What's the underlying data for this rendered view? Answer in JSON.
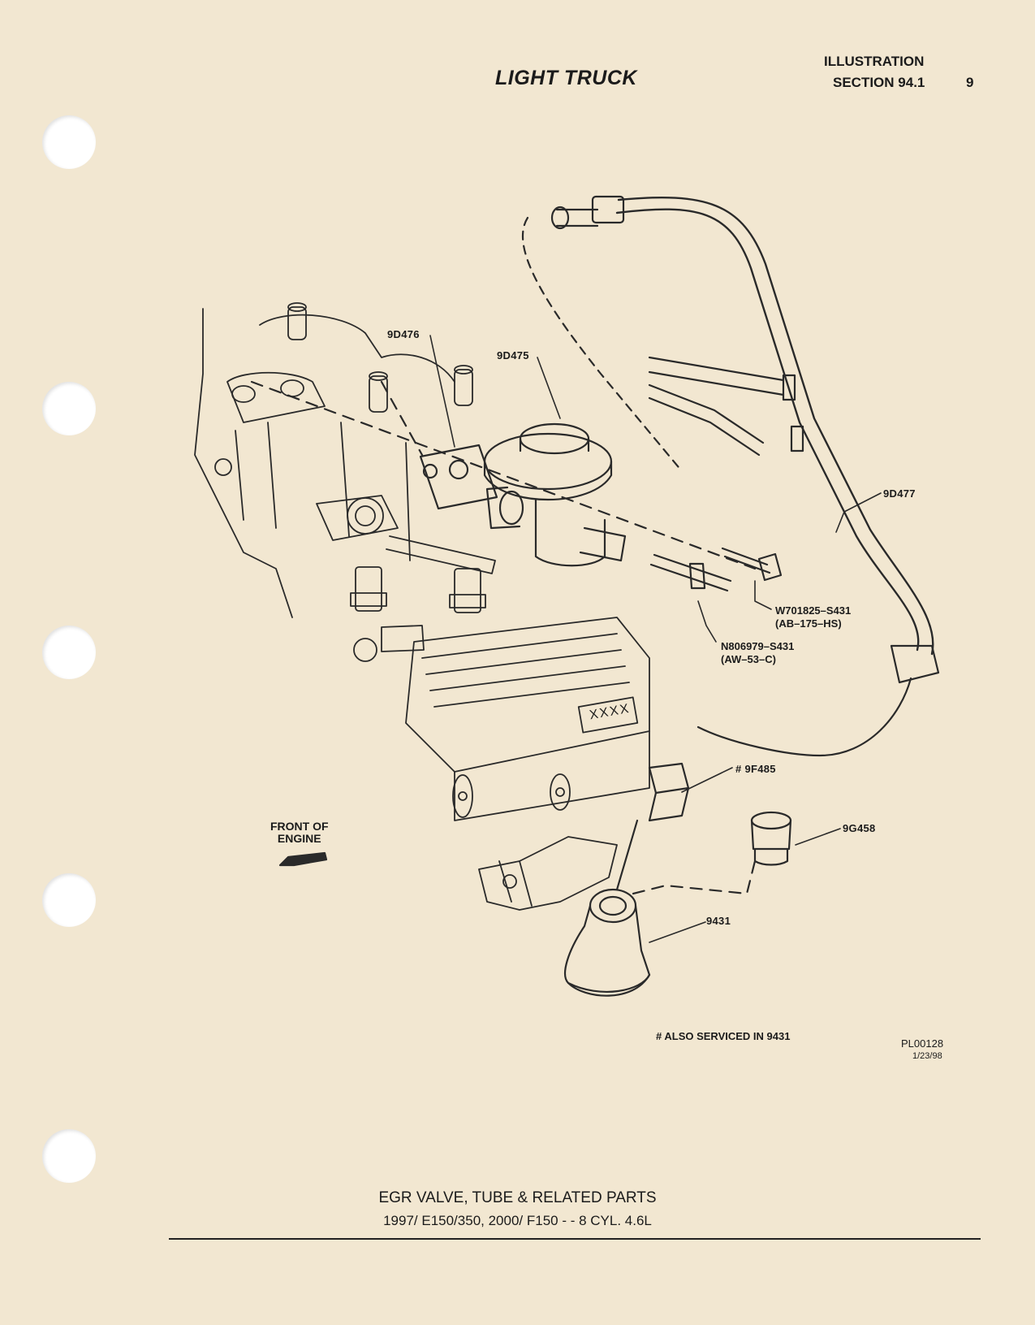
{
  "header": {
    "title": "LIGHT TRUCK",
    "illustration": "ILLUSTRATION",
    "section": "SECTION 94.1",
    "page_number": "9"
  },
  "callouts": {
    "p_9d476": "9D476",
    "p_9d475": "9D475",
    "p_9d477": "9D477",
    "p_w701825": "W701825–S431",
    "p_w701825_code": "(AB–175–HS)",
    "p_n806979": "N806979–S431",
    "p_n806979_code": "(AW–53–C)",
    "p_9f485": "# 9F485",
    "p_9g458": "9G458",
    "p_9431": "9431",
    "plate": "XXXX"
  },
  "orientation": {
    "line1": "FRONT OF",
    "line2": "ENGINE"
  },
  "notes": {
    "also_serviced": "# ALSO SERVICED IN 9431",
    "drawing_number": "PL00128",
    "drawing_date": "1/23/98"
  },
  "footer": {
    "title": "EGR VALVE, TUBE & RELATED PARTS",
    "subtitle": "1997/ E150/350, 2000/ F150 - - 8 CYL. 4.6L"
  }
}
